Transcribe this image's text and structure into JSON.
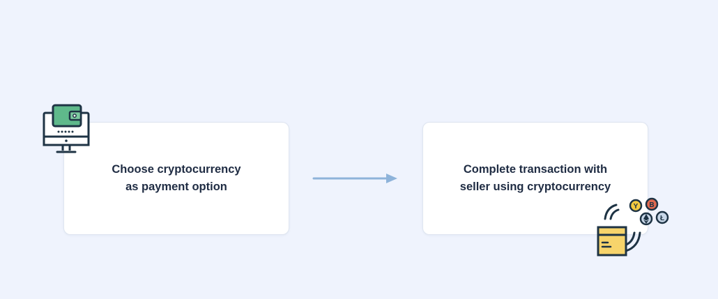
{
  "steps": [
    {
      "line1": "Choose cryptocurrency",
      "line2": "as payment option",
      "icon": "wallet-monitor-icon"
    },
    {
      "line1": "Complete transaction with",
      "line2": "seller using cryptocurrency",
      "icon": "package-crypto-coins-icon"
    }
  ],
  "connector": {
    "icon": "right-arrow-icon",
    "color": "#8eb3da"
  },
  "coins": {
    "y_label": "Y",
    "b_label": "B",
    "l_label": "Ł"
  },
  "colors": {
    "background": "#eff3fd",
    "card": "#ffffff",
    "text": "#1f2c43",
    "wallet_green": "#5fb98b",
    "box_yellow": "#f7d46b",
    "coin_yellow": "#f3c93f",
    "coin_red": "#e0694f",
    "coin_blue": "#c8d7e8",
    "outline": "#1e3344"
  }
}
